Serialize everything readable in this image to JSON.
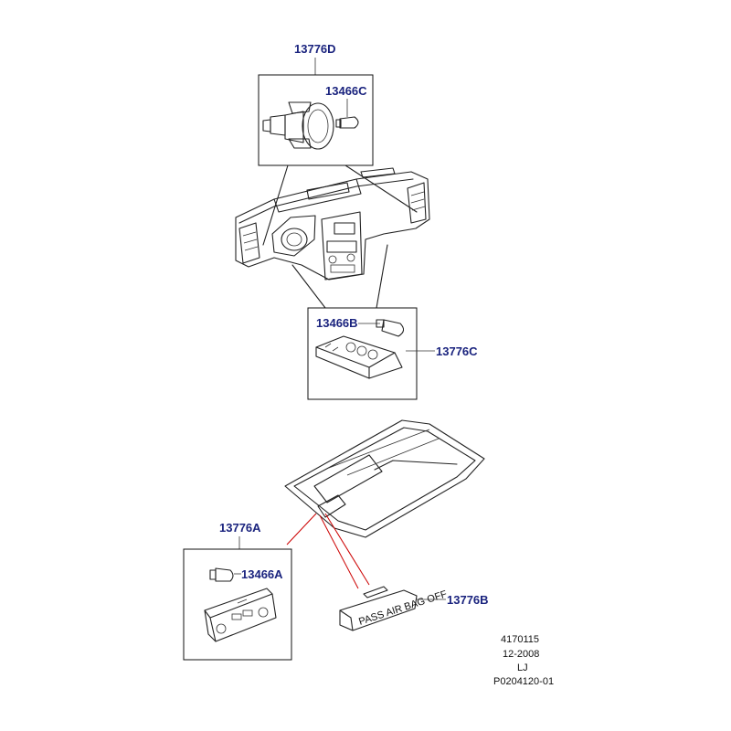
{
  "labels": {
    "lbl_13776D": "13776D",
    "lbl_13466C": "13466C",
    "lbl_13466B": "13466B",
    "lbl_13776C": "13776C",
    "lbl_13776A": "13776A",
    "lbl_13466A": "13466A",
    "lbl_13776B": "13776B"
  },
  "info": {
    "number": "4170115",
    "date": "12-2008",
    "initials": "LJ",
    "ref": "P0204120-01"
  },
  "switch_text": "PASS AIR BAG OFF",
  "colors": {
    "label": "#1a237e",
    "line": "#222222",
    "callout": "#cc0000"
  }
}
